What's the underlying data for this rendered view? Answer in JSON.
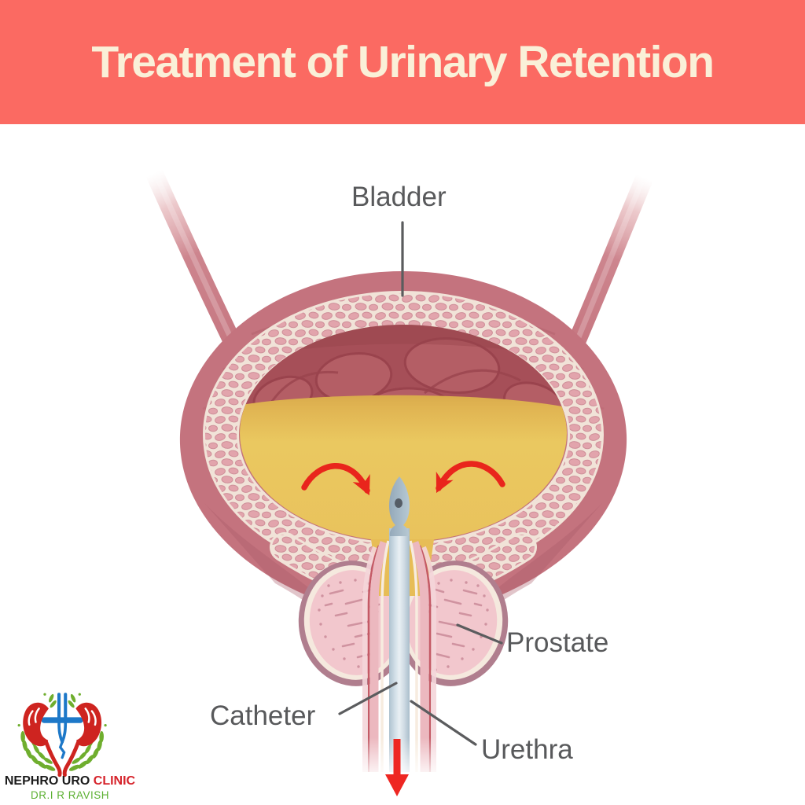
{
  "header": {
    "title": "Treatment of Urinary Retention",
    "bg_color": "#FB6A62",
    "text_color": "#FAF0D8"
  },
  "figure": {
    "labels": {
      "bladder": "Bladder",
      "prostate": "Prostate",
      "catheter": "Catheter",
      "urethra": "Urethra"
    },
    "colors": {
      "bladder_wall": "#C4737E",
      "bladder_lining": "#F1E3D8",
      "bladder_interior": "#A64F58",
      "urine": "#EAC860",
      "catheter": "#C9D9E2",
      "prostate": "#F2C7CD",
      "flow_arrow": "#E9251C",
      "leader_line": "#5B5C5E"
    }
  },
  "logo": {
    "name_primary": "NEPHRO URO ",
    "name_accent": "CLINIC",
    "tagline": "DR.I R RAVISH",
    "accent_color": "#D6232B",
    "tagline_color": "#5CB032"
  }
}
